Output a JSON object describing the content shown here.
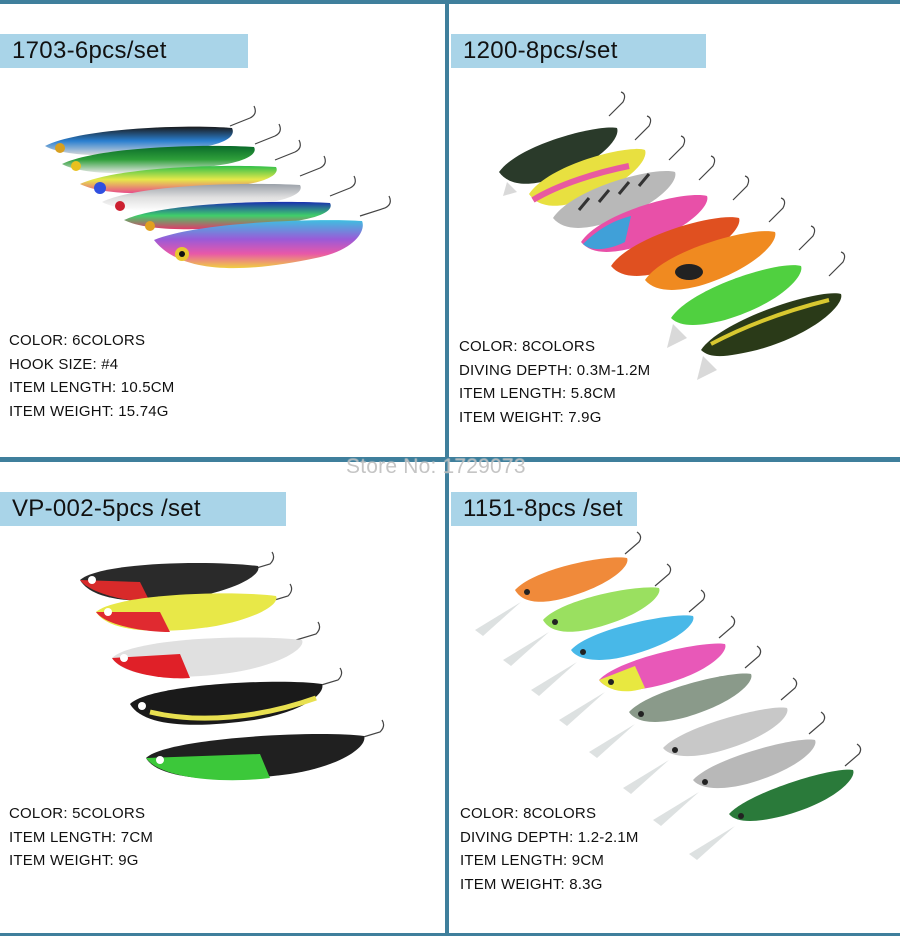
{
  "panels": [
    {
      "title": "1703-6pcs/set",
      "specs": [
        "COLOR: 6COLORS",
        "HOOK SIZE: #4",
        "ITEM LENGTH: 10.5CM",
        "ITEM WEIGHT: 15.74G"
      ]
    },
    {
      "title": "1200-8pcs/set",
      "specs": [
        "COLOR: 8COLORS",
        "DIVING DEPTH: 0.3M-1.2M",
        "ITEM LENGTH: 5.8CM",
        "ITEM WEIGHT: 7.9G"
      ]
    },
    {
      "title": "VP-002-5pcs /set",
      "specs": [
        "COLOR: 5COLORS",
        "ITEM LENGTH: 7CM",
        "ITEM WEIGHT: 9G"
      ]
    },
    {
      "title": "1151-8pcs /set",
      "specs": [
        "COLOR: 8COLORS",
        "DIVING DEPTH: 1.2-2.1M",
        "ITEM LENGTH: 9CM",
        "ITEM WEIGHT: 8.3G"
      ]
    }
  ],
  "watermark": "Store No: 1729073",
  "colors": {
    "divider": "#3f7f9c",
    "title_bar": "#a9d4e8"
  }
}
